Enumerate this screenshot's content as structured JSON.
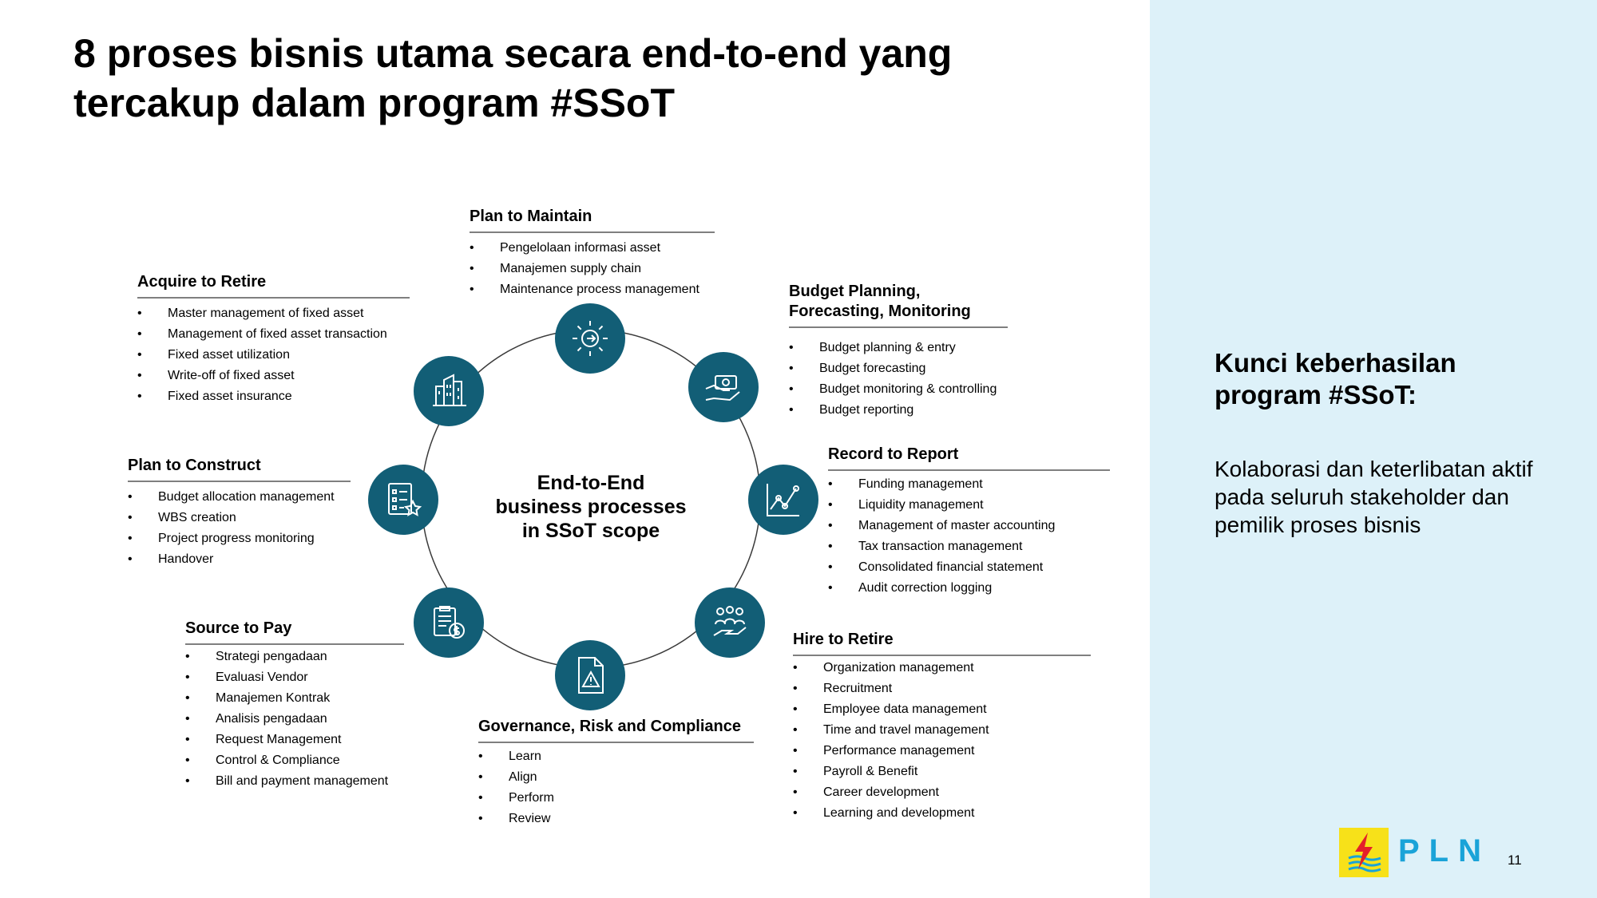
{
  "slide": {
    "title_lines": [
      "8 proses bisnis utama secara end-to-end yang",
      "tercakup dalam program #SSoT"
    ],
    "page_number": "11"
  },
  "diagram": {
    "center_lines": [
      "End-to-End",
      "business processes",
      "in SSoT scope"
    ],
    "node_color": "#125e76",
    "nodes": [
      {
        "icon": "gear-icon"
      },
      {
        "icon": "hand-money-icon"
      },
      {
        "icon": "chart-icon"
      },
      {
        "icon": "team-hand-icon"
      },
      {
        "icon": "document-warning-icon"
      },
      {
        "icon": "clipboard-dollar-icon"
      },
      {
        "icon": "checklist-star-icon"
      },
      {
        "icon": "buildings-icon"
      }
    ],
    "processes": {
      "plan_to_maintain": {
        "title": "Plan to Maintain",
        "items": [
          "Pengelolaan informasi asset",
          "Manajemen supply chain",
          "Maintenance process management"
        ]
      },
      "budget_planning": {
        "title_lines": [
          "Budget Planning,",
          "Forecasting, Monitoring"
        ],
        "items": [
          "Budget planning & entry",
          "Budget forecasting",
          "Budget monitoring & controlling",
          "Budget reporting"
        ]
      },
      "record_to_report": {
        "title": "Record to Report",
        "items": [
          "Funding management",
          "Liquidity management",
          "Management of master accounting",
          "Tax transaction management",
          "Consolidated financial statement",
          "Audit correction logging"
        ]
      },
      "hire_to_retire": {
        "title": "Hire to Retire",
        "items": [
          "Organization management",
          "Recruitment",
          "Employee data management",
          "Time and travel management",
          "Performance management",
          "Payroll & Benefit",
          "Career development",
          "Learning and development"
        ]
      },
      "governance": {
        "title": "Governance, Risk and Compliance",
        "items": [
          "Learn",
          "Align",
          "Perform",
          "Review"
        ]
      },
      "source_to_pay": {
        "title": "Source to Pay",
        "items": [
          "Strategi pengadaan",
          "Evaluasi Vendor",
          "Manajemen Kontrak",
          "Analisis pengadaan",
          "Request Management",
          "Control & Compliance",
          "Bill and payment management"
        ]
      },
      "plan_to_construct": {
        "title": "Plan to Construct",
        "items": [
          "Budget allocation management",
          "WBS creation",
          "Project progress monitoring",
          "Handover"
        ]
      },
      "acquire_to_retire": {
        "title": "Acquire to Retire",
        "items": [
          "Master management of fixed asset",
          "Management of fixed asset transaction",
          "Fixed asset utilization",
          "Write-off of fixed asset",
          "Fixed asset insurance"
        ]
      }
    }
  },
  "sidebar": {
    "heading_lines": [
      "Kunci keberhasilan",
      "program #SSoT:"
    ],
    "body_lines": [
      "Kolaborasi dan keterlibatan aktif",
      "pada seluruh stakeholder dan",
      "pemilik proses bisnis"
    ]
  },
  "logo": {
    "text": "PLN",
    "text_color": "#1aa3d8",
    "mark_color": "#f7e119",
    "bolt_color": "#e4202a"
  }
}
